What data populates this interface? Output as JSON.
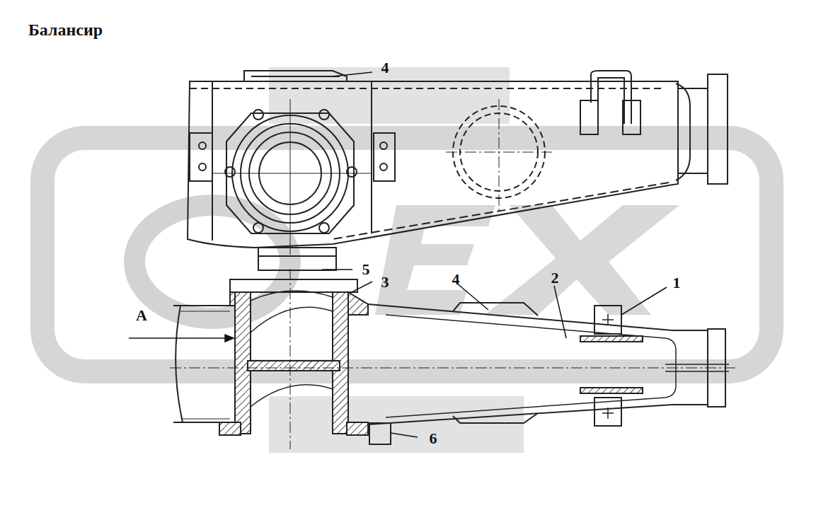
{
  "diagram": {
    "title": "Балансир",
    "labels": [
      "4",
      "5",
      "3",
      "A",
      "4",
      "2",
      "1",
      "6"
    ]
  }
}
